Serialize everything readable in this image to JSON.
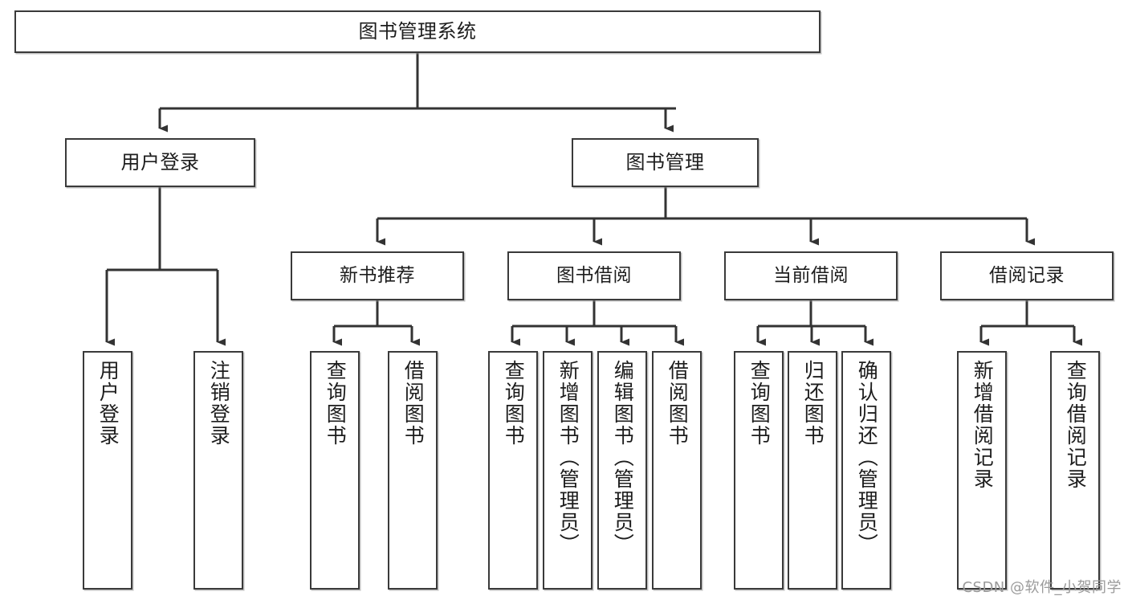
{
  "diagram": {
    "title": "图书管理系统",
    "type": "tree-hierarchy-chart",
    "watermark": "CSDN @软件_小贺同学",
    "line_color": "#3a3a3a",
    "box_fill": "#ffffff",
    "text_color": "#1d1d1d"
  },
  "nodes": {
    "root": {
      "label": "图书管理系统"
    },
    "level1": [
      {
        "label": "用户登录"
      },
      {
        "label": "图书管理"
      }
    ],
    "level2": [
      {
        "label": "新书推荐"
      },
      {
        "label": "图书借阅"
      },
      {
        "label": "当前借阅"
      },
      {
        "label": "借阅记录"
      }
    ],
    "leaves": [
      {
        "label": "用户登录"
      },
      {
        "label": "注销登录"
      },
      {
        "label": "查询图书"
      },
      {
        "label": "借阅图书"
      },
      {
        "label": "查询图书"
      },
      {
        "label": "新增图书（管理员）"
      },
      {
        "label": "编辑图书（管理员）"
      },
      {
        "label": "借阅图书"
      },
      {
        "label": "查询图书"
      },
      {
        "label": "归还图书"
      },
      {
        "label": "确认归还（管理员）"
      },
      {
        "label": "新增借阅记录"
      },
      {
        "label": "查询借阅记录"
      }
    ]
  }
}
